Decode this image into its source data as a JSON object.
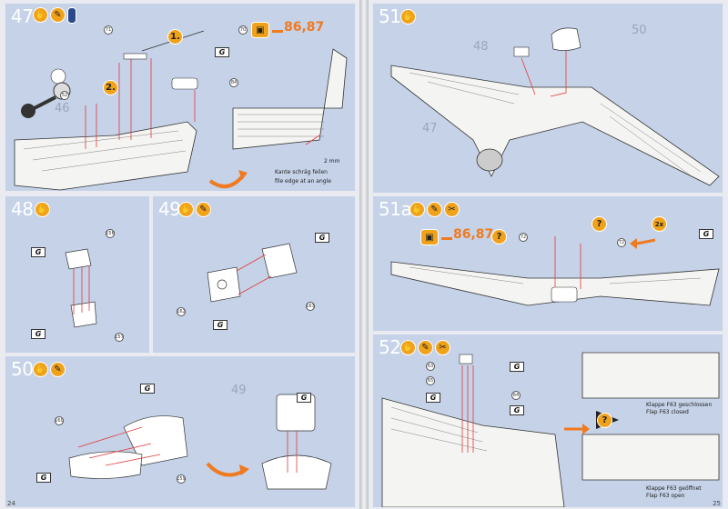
{
  "pages": {
    "left_number": "24",
    "right_number": "25"
  },
  "steps": {
    "s47": {
      "number": "47",
      "paint_ref": "86,87",
      "sub_steps": [
        "1.",
        "2."
      ],
      "parts": [
        "71",
        "52",
        "70",
        "84"
      ],
      "ghost_part": "46",
      "glue": "G",
      "note_de": "Kante schräg feilen",
      "note_en": "file edge at an angle",
      "dimension": "2 mm"
    },
    "s48": {
      "number": "48",
      "parts": [
        "156",
        "157"
      ],
      "glue": "G"
    },
    "s49": {
      "number": "49",
      "parts": [
        "162",
        "163"
      ],
      "glue": "G"
    },
    "s50": {
      "number": "50",
      "parts": [
        "160",
        "159"
      ],
      "ghost_part": "49",
      "glue": "G"
    },
    "s51": {
      "number": "51",
      "parts": [
        "48",
        "50",
        "47"
      ]
    },
    "s51a": {
      "number": "51a",
      "paint_ref": "86,87",
      "parts": [
        "72",
        "72"
      ],
      "quantity": "2x",
      "glue": "G"
    },
    "s52": {
      "number": "52",
      "parts": [
        "63",
        "65",
        "64"
      ],
      "glue": "G",
      "closed_de": "Klappe F63 geschlossen",
      "closed_en": "Flap F63 closed",
      "open_de": "Klappe F63 geöffnet",
      "open_en": "Flap F63 open"
    }
  },
  "icons": {
    "glue": "glue-tube-icon",
    "cement": "cement-bottle-icon",
    "knife": "hobby-knife-icon",
    "brush": "paint-brush-icon",
    "question": "question-mark-icon",
    "paint_pot": "paint-pot-icon"
  },
  "colors": {
    "panel": "#c5d2e8",
    "accent": "#f07a20",
    "arrow_red": "#e23a3a",
    "icon_orange": "#f0a21a"
  }
}
